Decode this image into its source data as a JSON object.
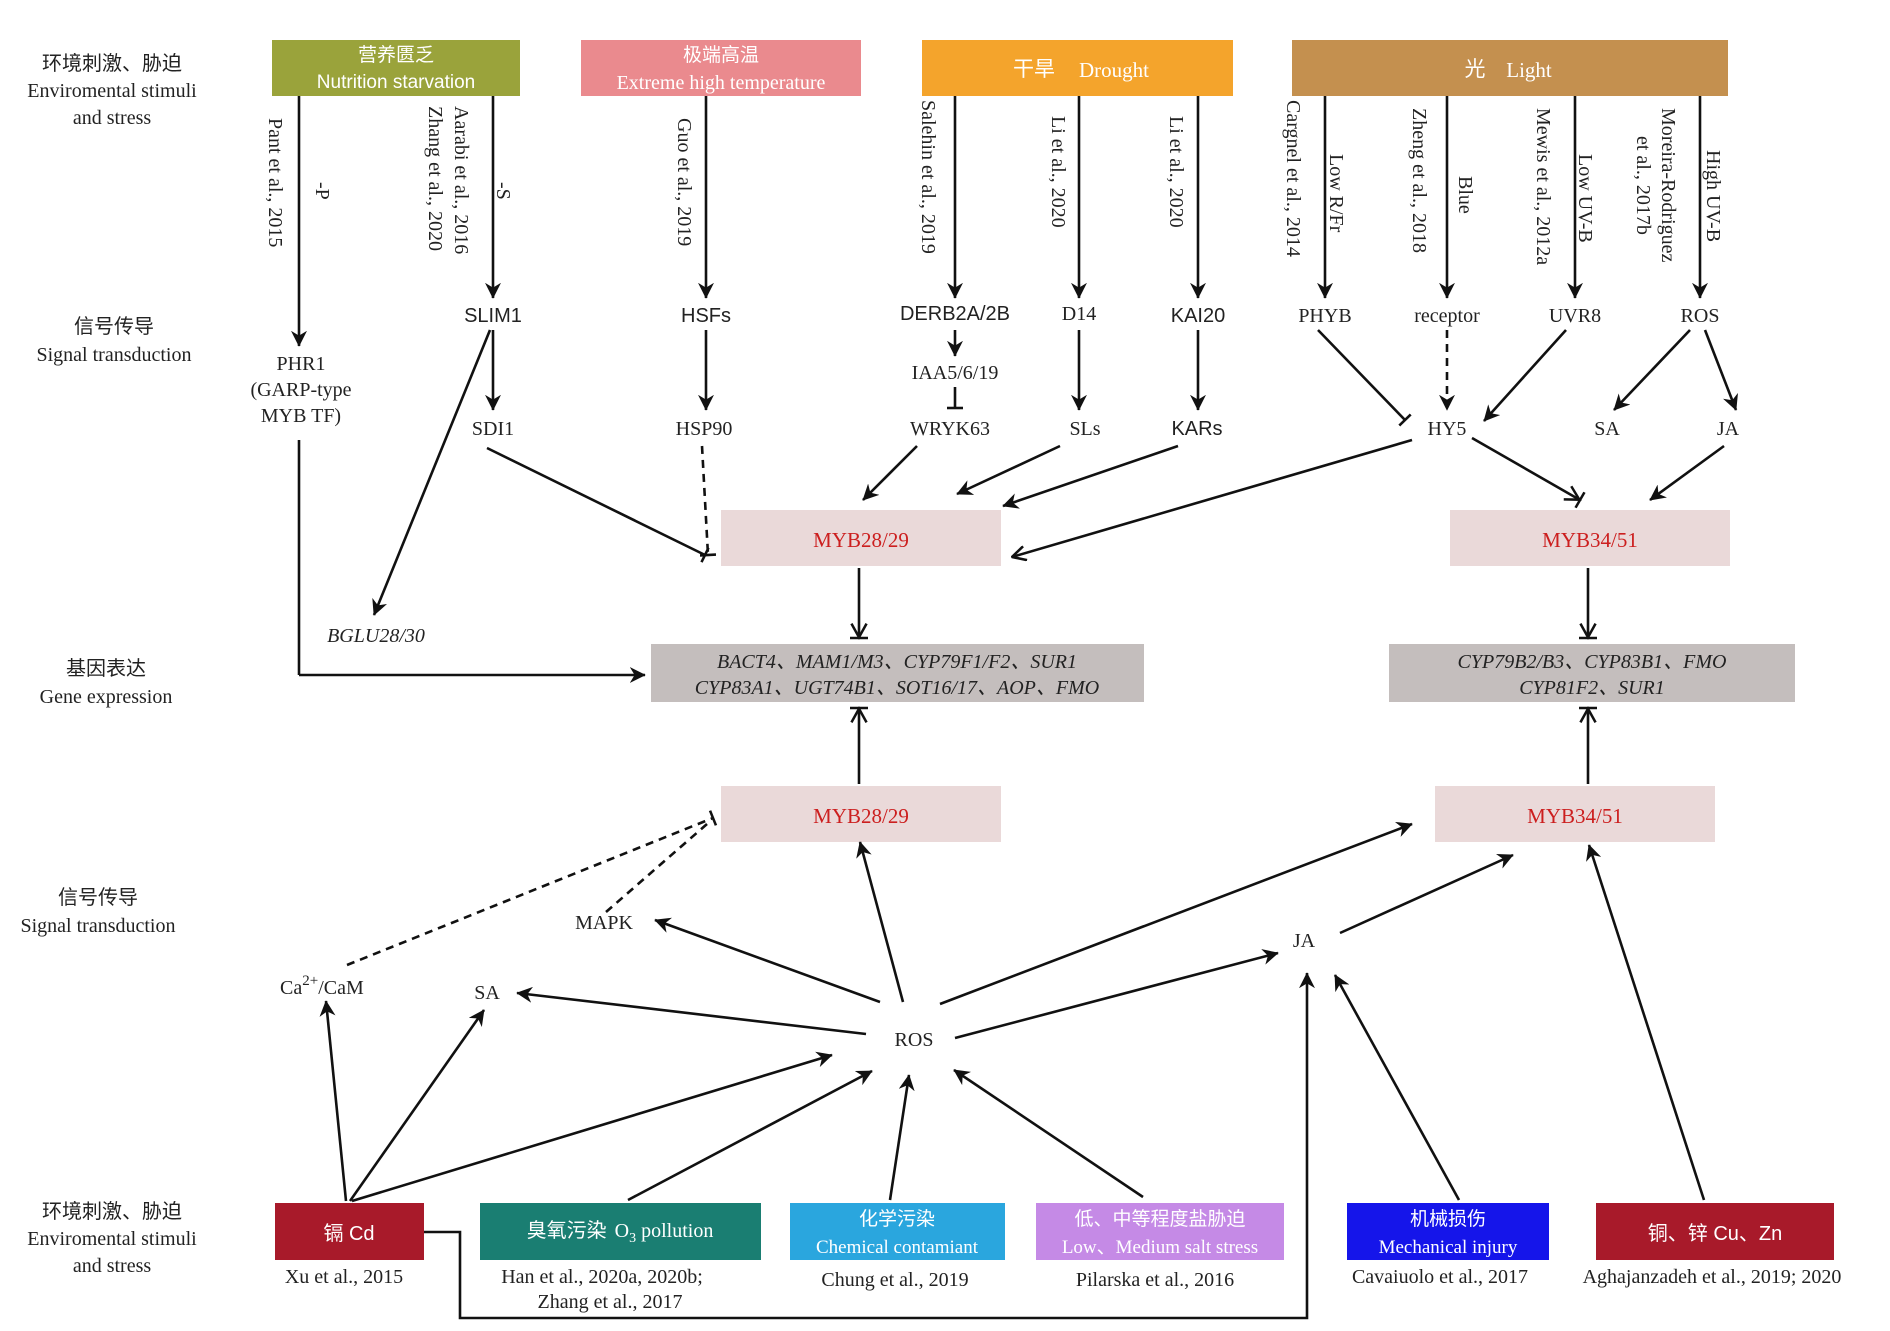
{
  "colors": {
    "nutrition": "#9aa33b",
    "temperature": "#ea8a8e",
    "drought": "#f4a42c",
    "light": "#c4904f",
    "myb_box": "#ead9d9",
    "myb_text": "#cc1f1f",
    "gene_box": "#c4bebd",
    "cd": "#a81a2a",
    "ozone": "#1a7e72",
    "chemical": "#2aa6de",
    "salt": "#c58ae6",
    "mechanical": "#1515ea",
    "cuzn": "#a81a2a"
  },
  "left_labels": {
    "env_top_cn": "环境刺激、胁迫",
    "env_top_en1": "Enviromental stimuli",
    "env_top_en2": "and stress",
    "signal_top_cn": "信号传导",
    "signal_top_en": "Signal transduction",
    "gene_cn": "基因表达",
    "gene_en": "Gene expression",
    "signal_bottom_cn": "信号传导",
    "signal_bottom_en": "Signal transduction",
    "env_bottom_cn": "环境刺激、胁迫",
    "env_bottom_en1": "Enviromental stimuli",
    "env_bottom_en2": "and stress"
  },
  "top_stimuli": {
    "nutrition_cn": "营养匮乏",
    "nutrition_en": "Nutrition starvation",
    "temperature_cn": "极端高温",
    "temperature_en": "Extreme  high temperature",
    "drought_cn": "干旱",
    "drought_en": "Drought",
    "light_cn": "光",
    "light_en": "Light"
  },
  "top_refs": {
    "pant": "Pant et al., 2015",
    "minus_p": "-P",
    "aarabi": "Aarabi et al., 2016",
    "zhang2020": "Zhang et al., 2020",
    "minus_s": "-S",
    "guo": "Guo et al., 2019",
    "salehin": "Salehin et al., 2019",
    "li_a": "Li et al., 2020",
    "li_b": "Li et al., 2020",
    "cargnel": "Cargnel et al., 2014",
    "low_rfr": "Low R/Fr",
    "zheng": "Zheng et al., 2018",
    "blue": "Blue",
    "mewis": "Mewis et al., 2012a",
    "low_uvb": "Low UV-B",
    "moreira_1": "Moreira-Rodriguez",
    "moreira_2": "et al., 2017b",
    "high_uvb": "High UV-B"
  },
  "top_nodes": {
    "slim1": "SLIM1",
    "hsfs": "HSFs",
    "derb": "DERB2A/2B",
    "d14": "D14",
    "kai20": "KAI20",
    "phyb": "PHYB",
    "receptor": "receptor",
    "uvr8": "UVR8",
    "ros": "ROS",
    "phr1_1": "PHR1",
    "phr1_2": "(GARP-type",
    "phr1_3": "MYB TF)",
    "iaa": "IAA5/6/19",
    "sdi1": "SDI1",
    "hsp90": "HSP90",
    "wryk63": "WRYK63",
    "sls": "SLs",
    "kars": "KARs",
    "hy5": "HY5",
    "sa": "SA",
    "ja": "JA",
    "bglu": "BGLU28/30"
  },
  "myb": {
    "top_left": "MYB28/29",
    "top_right": "MYB34/51",
    "bottom_left": "MYB28/29",
    "bottom_right": "MYB34/51"
  },
  "genes": {
    "aliphatic_1": "BACT4、MAM1/M3、CYP79F1/F2、SUR1",
    "aliphatic_2": "CYP83A1、UGT74B1、SOT16/17、AOP、FMO",
    "indolic_1": "CYP79B2/B3、CYP83B1、FMO",
    "indolic_2": "CYP81F2、SUR1"
  },
  "bottom_nodes": {
    "mapk": "MAPK",
    "ca_base": "Ca",
    "ca_sup": "2+",
    "ca_tail": "/CaM",
    "sa": "SA",
    "ros": "ROS",
    "ja": "JA"
  },
  "bottom_stimuli": {
    "cd": "镉  Cd",
    "ozone_cn": "臭氧污染",
    "ozone_en_base": "O",
    "ozone_en_sub": "3",
    "ozone_en_tail": " pollution",
    "chemical_cn": "化学污染",
    "chemical_en": "Chemical contamiant",
    "salt_cn": "低、中等程度盐胁迫",
    "salt_en": "Low、Medium salt stress",
    "mechanical_cn": "机械损伤",
    "mechanical_en": "Mechanical  injury",
    "cuzn": "铜、锌  Cu、Zn"
  },
  "bottom_refs": {
    "xu": "Xu et al., 2015",
    "han": "Han et al., 2020a, 2020b;",
    "zhang2017": "Zhang et al., 2017",
    "chung": "Chung et al., 2019",
    "pilarska": "Pilarska et al., 2016",
    "cavaiuolo": "Cavaiuolo et al., 2017",
    "aghajanzadeh": "Aghajanzadeh et al., 2019; 2020"
  }
}
